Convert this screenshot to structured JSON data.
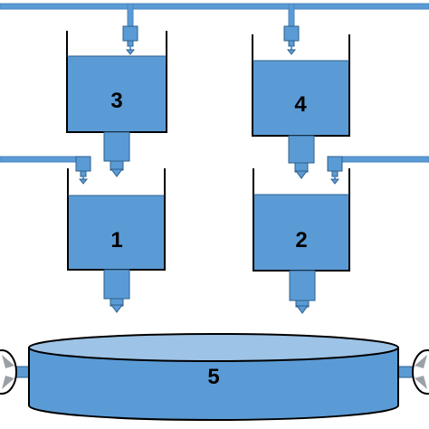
{
  "diagram": {
    "labels": {
      "tank1": "1",
      "tank2": "2",
      "tank3": "3",
      "tank4": "4",
      "basin": "5"
    },
    "colors": {
      "water": "#5B9BD5",
      "water_top": "#9DC3E6",
      "outline": "#000000",
      "pipe": "#5B9BD5",
      "wheel": "#FFFFFF"
    }
  }
}
